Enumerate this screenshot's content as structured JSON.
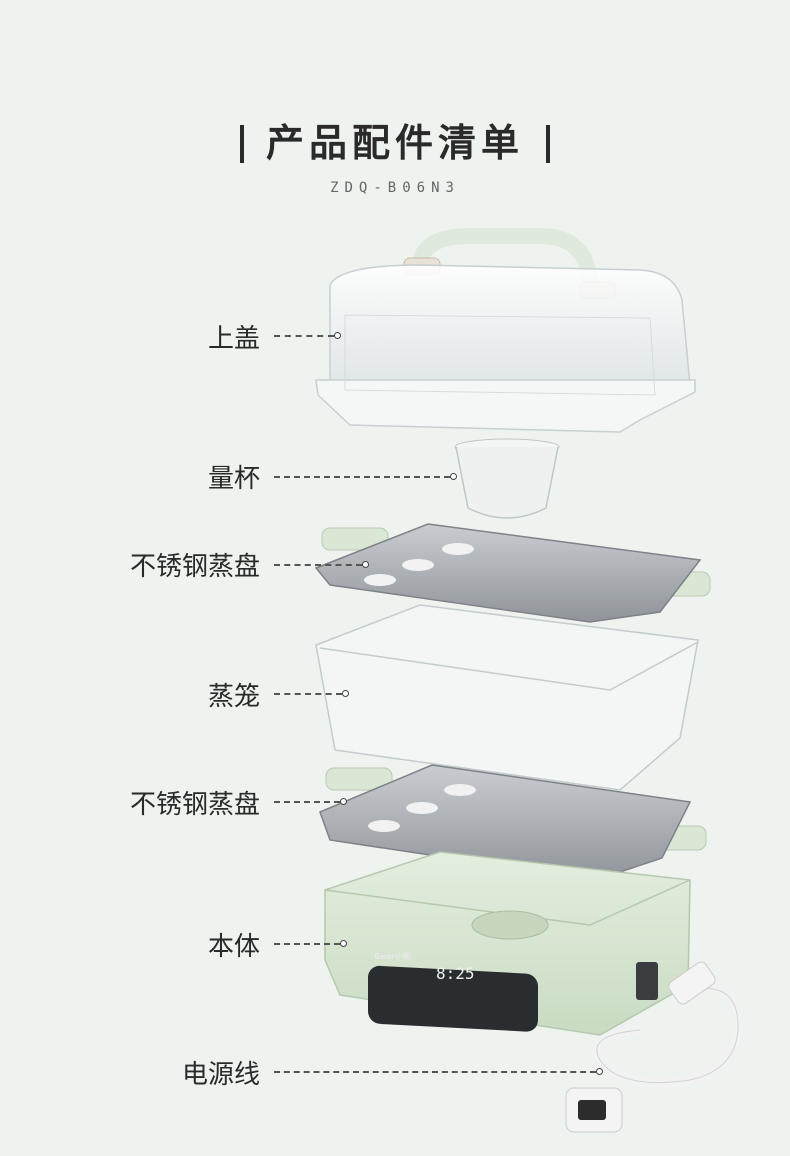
{
  "title": "产品配件清单",
  "model": "ZDQ-B06N3",
  "parts": [
    {
      "label": "上盖"
    },
    {
      "label": "量杯"
    },
    {
      "label": "不锈钢蒸盘"
    },
    {
      "label": "蒸笼"
    },
    {
      "label": "不锈钢蒸盘"
    },
    {
      "label": "本体"
    },
    {
      "label": "电源线"
    }
  ],
  "product_panel": {
    "brand": "Bear小熊",
    "display": "8:25"
  },
  "colors": {
    "background": "#eef3ef",
    "body_green": "#d8e6d3",
    "steel": "#9a9ea3"
  }
}
